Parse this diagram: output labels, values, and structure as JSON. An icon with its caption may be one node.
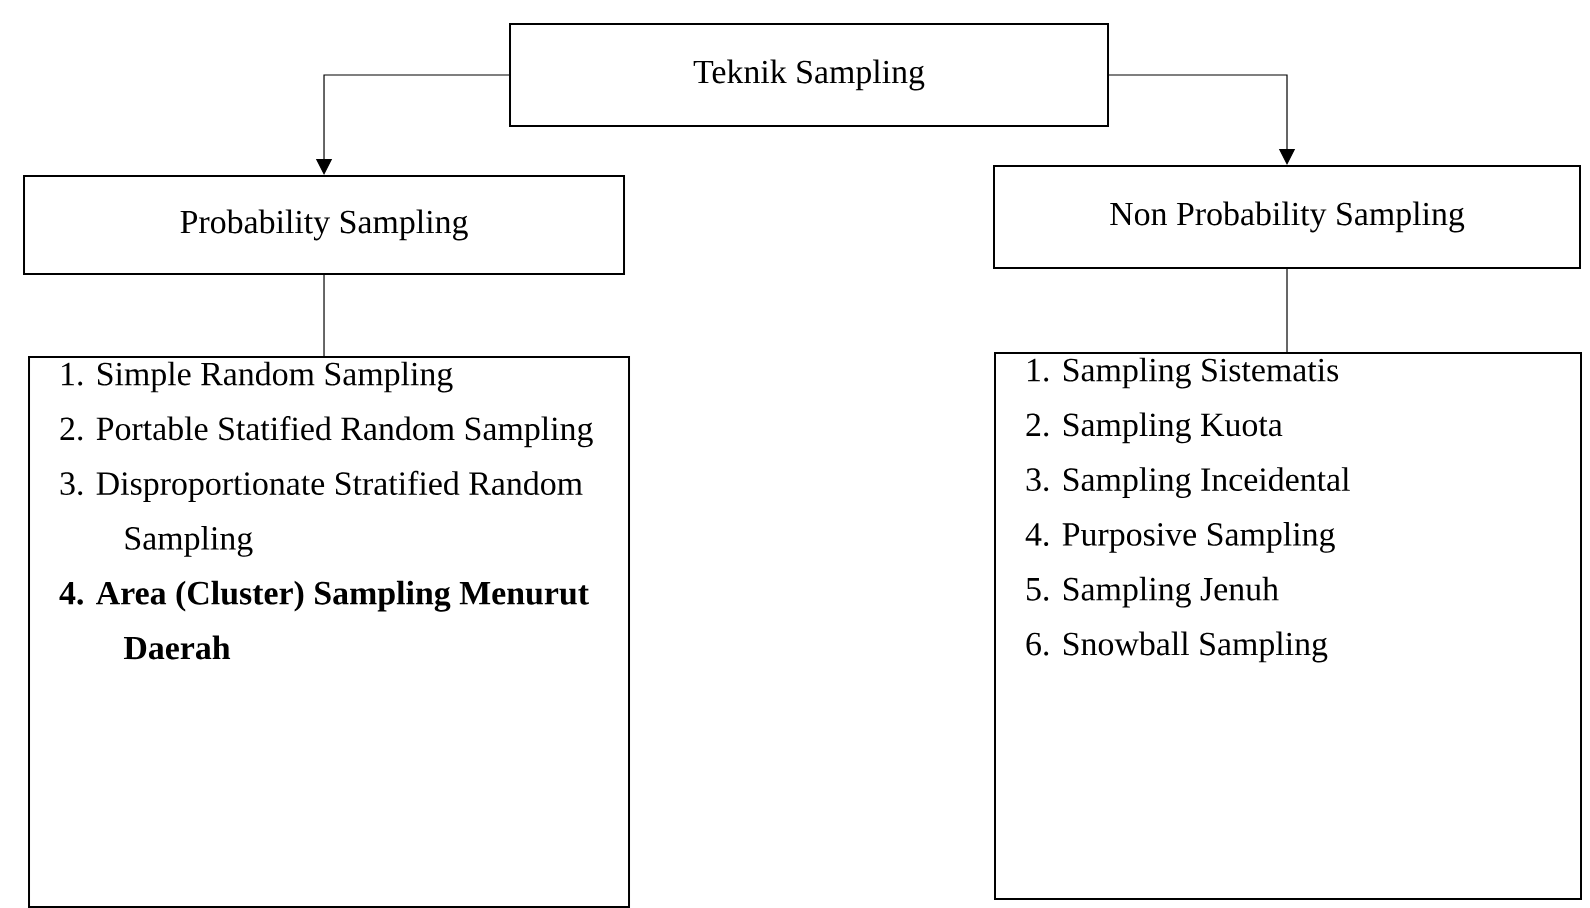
{
  "diagram": {
    "nodes": [
      {
        "text": [
          "Teknik Sampling"
        ]
      },
      {
        "text": [
          "Probability Sampling"
        ]
      },
      {
        "text": [
          "Non Probability Sampling"
        ]
      },
      {
        "text": [
          "1. Simple Random Sampling",
          "2. Portable Statified Random Sampling",
          "3. Disproportionate Stratified Random Sampling",
          "**4. Area (Cluster) Sampling Menurut Daerah**"
        ]
      },
      {
        "text": [
          "1. Sampling Sistematis",
          "2. Sampling Kuota",
          "3. Sampling Inceidental",
          "4. Purposive Sampling",
          "5. Sampling Jenuh",
          "6. Snowball Sampling"
        ]
      }
    ],
    "edges": [
      {
        "from": 0,
        "to": 1,
        "arrow": "to"
      },
      {
        "from": 0,
        "to": 2,
        "arrow": "to"
      },
      {
        "from": 1,
        "to": 3,
        "arrow": "none"
      },
      {
        "from": 2,
        "to": 4,
        "arrow": "none"
      }
    ]
  }
}
